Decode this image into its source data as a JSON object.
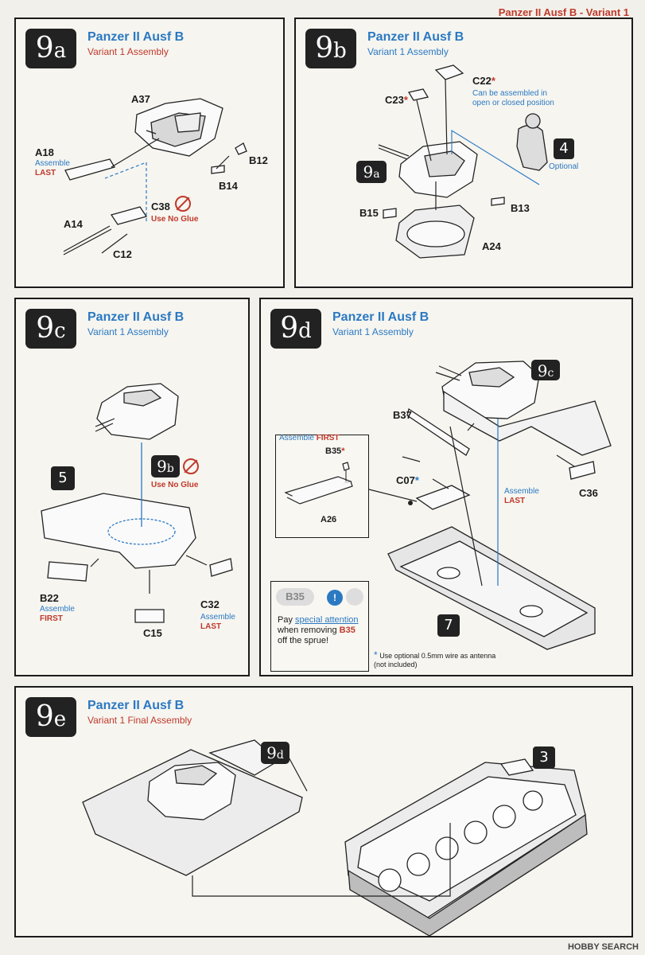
{
  "header": "Panzer II Ausf B - Variant 1",
  "panels": {
    "p9a": {
      "step_num": "9",
      "step_letter": "a",
      "title": "Panzer II Ausf B",
      "subtitle": "Variant 1 Assembly",
      "parts": {
        "a37": "A37",
        "a18": "A18",
        "a18_note1": "Assemble",
        "a18_note2": "LAST",
        "b12": "B12",
        "b14": "B14",
        "c38": "C38",
        "no_glue": "Use No Glue",
        "a14": "A14",
        "c12": "C12"
      }
    },
    "p9b": {
      "step_num": "9",
      "step_letter": "b",
      "title": "Panzer II Ausf B",
      "subtitle": "Variant 1 Assembly",
      "parts": {
        "c23": "C23",
        "c23_ast": "*",
        "c22": "C22",
        "c22_ast": "*",
        "c22_note": "Can be assembled in open or closed position",
        "ref_num": "9",
        "ref_letter": "a",
        "fig": "4",
        "fig_note": "Optional",
        "b15": "B15",
        "b13": "B13",
        "a24": "A24"
      }
    },
    "p9c": {
      "step_num": "9",
      "step_letter": "c",
      "title": "Panzer II Ausf B",
      "subtitle": "Variant 1 Assembly",
      "parts": {
        "step5": "5",
        "ref_num": "9",
        "ref_letter": "b",
        "no_glue": "Use No Glue",
        "b22": "B22",
        "b22_note1": "Assemble",
        "b22_note2": "FIRST",
        "c15": "C15",
        "c32": "C32",
        "c32_note1": "Assemble",
        "c32_note2": "LAST"
      }
    },
    "p9d": {
      "step_num": "9",
      "step_letter": "d",
      "title": "Panzer II Ausf B",
      "subtitle": "Variant 1 Assembly",
      "parts": {
        "ref_num": "9",
        "ref_letter": "c",
        "b37": "B37",
        "c07": "C07",
        "c07_ast": "*",
        "c36": "C36",
        "assemble": "Assemble",
        "last": "LAST",
        "inset_label1": "Assemble",
        "inset_label2": "FIRST",
        "b35": "B35",
        "b35_ast": "*",
        "a26": "A26",
        "step7": "7",
        "caution_part": "B35",
        "caution_1": "Pay",
        "caution_link": "special attention",
        "caution_2": "when removing",
        "caution_part2": "B35",
        "caution_3": "off the sprue!",
        "wire_ast": "*",
        "wire_note": "Use optional 0.5mm wire as antenna (not included)"
      }
    },
    "p9e": {
      "step_num": "9",
      "step_letter": "e",
      "title": "Panzer II Ausf B",
      "subtitle": "Variant 1 Final Assembly",
      "parts": {
        "ref_num": "9",
        "ref_letter": "d",
        "step3": "3"
      }
    }
  },
  "watermark": "HOBBY SEARCH",
  "colors": {
    "accent_blue": "#2b79c2",
    "accent_red": "#c0392b",
    "step_bg": "#222222"
  }
}
